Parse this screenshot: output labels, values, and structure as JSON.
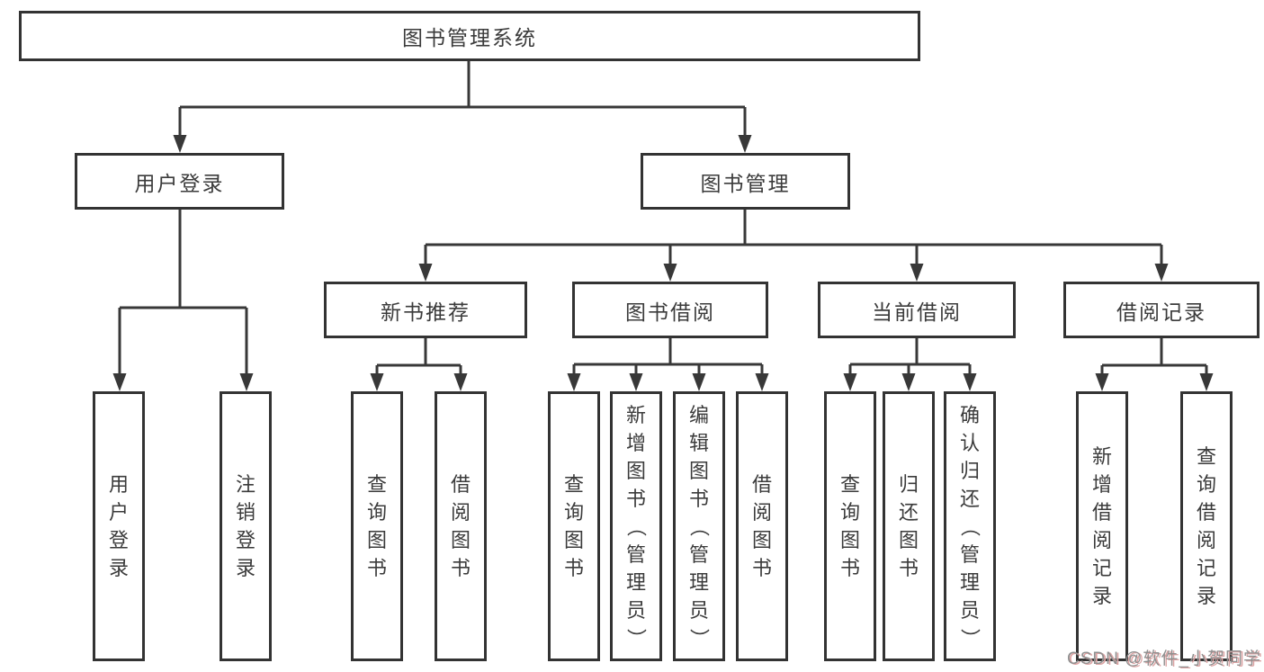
{
  "diagram": {
    "title": "图书管理系统",
    "groups": [
      {
        "label": "用户登录",
        "children": [
          "用户登录",
          "注销登录"
        ]
      },
      {
        "label": "图书管理",
        "subgroups": [
          {
            "label": "新书推荐",
            "children": [
              "查询图书",
              "借阅图书"
            ]
          },
          {
            "label": "图书借阅",
            "children": [
              "查询图书",
              "新增图书（管理员）",
              "编辑图书（管理员）",
              "借阅图书"
            ]
          },
          {
            "label": "当前借阅",
            "children": [
              "查询图书",
              "归还图书",
              "确认归还（管理员）"
            ]
          },
          {
            "label": "借阅记录",
            "children": [
              "新增借阅记录",
              "查询借阅记录"
            ]
          }
        ]
      }
    ]
  },
  "watermark": "CSDN @软件_小贺同学",
  "colors": {
    "line": "#383838",
    "box_border": "#333333",
    "text": "#3b3b3b",
    "background": "#ffffff",
    "watermark_text": "#8f8f8f",
    "watermark_shadow": "#dda4a4"
  }
}
